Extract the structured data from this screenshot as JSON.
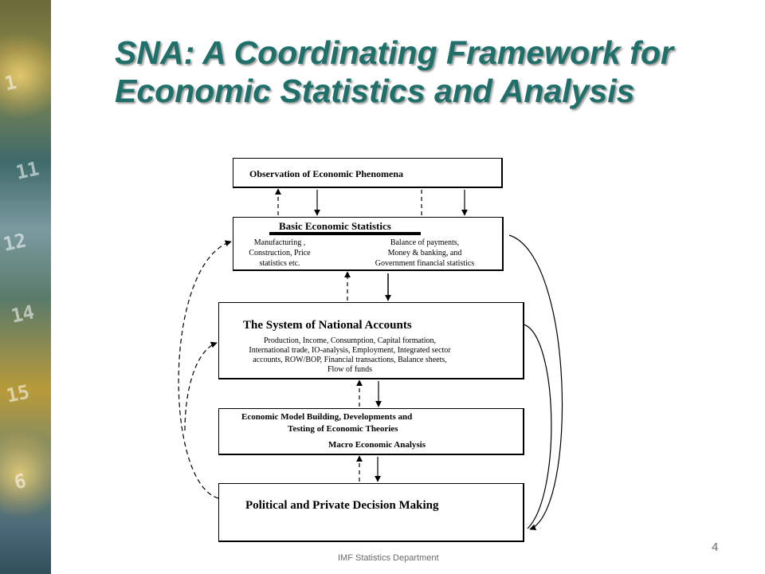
{
  "slide": {
    "title_line1": "SNA: A Coordinating Framework for",
    "title_line2": "Economic Statistics and Analysis",
    "footer": "IMF Statistics Department",
    "page_number": "4"
  },
  "diagram": {
    "observation": "Observation of Economic Phenomena",
    "basic_stats": {
      "heading": "Basic Economic Statistics",
      "left_lines": [
        "Manufacturing ,",
        "Construction, Price",
        "statistics etc."
      ],
      "right_lines": [
        "Balance of payments,",
        "Money & banking, and",
        "Government financial statistics"
      ]
    },
    "sna": {
      "heading": "The System of National Accounts",
      "lines": [
        "Production, Income, Consumption, Capital formation,",
        "International trade, IO-analysis, Employment, Integrated sector",
        "accounts, ROW/BOP, Financial transactions, Balance sheets,",
        "Flow of funds"
      ]
    },
    "model": {
      "line1": "Economic Model Building, Developments and",
      "line2": "Testing of Economic Theories",
      "line3": "Macro Economic Analysis"
    },
    "decision": "Political and Private  Decision Making"
  },
  "colors": {
    "title": "#1f6f6a",
    "footer": "#6a6a6a"
  }
}
